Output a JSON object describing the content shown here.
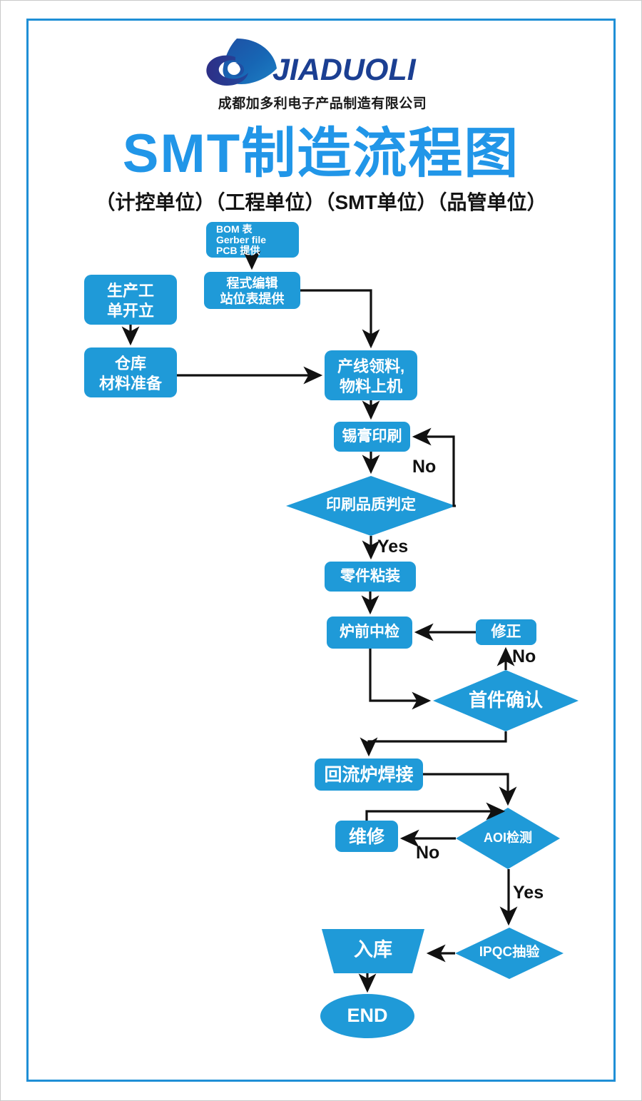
{
  "poster": {
    "frame_color": "#1f8fd6",
    "node_color": "#1f9ad8",
    "title": "SMT制造流程图",
    "subtitle": "（计控单位）（工程单位）（SMT单位）（品管单位）"
  },
  "header": {
    "brand_word": "JIADUOLI",
    "brand_color": "#1b3f92",
    "company_cn": "成都加多利电子产品制造有限公司",
    "logo_icon": "swoosh-circle-logo"
  },
  "chart_data": {
    "type": "flowchart",
    "title": "SMT制造流程图",
    "nodes": [
      {
        "id": "bom",
        "shape": "rounded-rect",
        "label": "BOM 表\nGerber file\nPCB 提供"
      },
      {
        "id": "program",
        "shape": "rounded-rect",
        "label": "程式编辑\n站位表提供"
      },
      {
        "id": "workorder",
        "shape": "rounded-rect",
        "label": "生产工\n单开立"
      },
      {
        "id": "warehouse",
        "shape": "rounded-rect",
        "label": "仓库\n材料准备"
      },
      {
        "id": "pickup",
        "shape": "rounded-rect",
        "label": "产线领料,\n物料上机"
      },
      {
        "id": "solderpaste",
        "shape": "rounded-rect",
        "label": "锡膏印刷"
      },
      {
        "id": "printjudge",
        "shape": "diamond",
        "label": "印刷品质判定"
      },
      {
        "id": "placement",
        "shape": "rounded-rect",
        "label": "零件粘装"
      },
      {
        "id": "preoven",
        "shape": "rounded-rect",
        "label": "炉前中检"
      },
      {
        "id": "fix",
        "shape": "rounded-rect",
        "label": "修正"
      },
      {
        "id": "firstpiece",
        "shape": "diamond",
        "label": "首件确认"
      },
      {
        "id": "reflow",
        "shape": "rounded-rect",
        "label": "回流炉焊接"
      },
      {
        "id": "repair",
        "shape": "rounded-rect",
        "label": "维修"
      },
      {
        "id": "aoi",
        "shape": "diamond",
        "label": "AOI检测"
      },
      {
        "id": "ipqc",
        "shape": "diamond",
        "label": "IPQC抽验"
      },
      {
        "id": "stockin",
        "shape": "trapezoid",
        "label": "入库"
      },
      {
        "id": "end",
        "shape": "ellipse",
        "label": "END"
      }
    ],
    "edges": [
      {
        "from": "bom",
        "to": "program",
        "label": ""
      },
      {
        "from": "program",
        "to": "pickup",
        "label": ""
      },
      {
        "from": "workorder",
        "to": "warehouse",
        "label": ""
      },
      {
        "from": "warehouse",
        "to": "pickup",
        "label": ""
      },
      {
        "from": "pickup",
        "to": "solderpaste",
        "label": ""
      },
      {
        "from": "solderpaste",
        "to": "printjudge",
        "label": ""
      },
      {
        "from": "printjudge",
        "to": "solderpaste",
        "label": "No"
      },
      {
        "from": "printjudge",
        "to": "placement",
        "label": "Yes"
      },
      {
        "from": "placement",
        "to": "preoven",
        "label": ""
      },
      {
        "from": "preoven",
        "to": "firstpiece",
        "label": ""
      },
      {
        "from": "firstpiece",
        "to": "fix",
        "label": "No"
      },
      {
        "from": "fix",
        "to": "preoven",
        "label": ""
      },
      {
        "from": "firstpiece",
        "to": "reflow",
        "label": ""
      },
      {
        "from": "reflow",
        "to": "aoi",
        "label": ""
      },
      {
        "from": "aoi",
        "to": "repair",
        "label": "No"
      },
      {
        "from": "repair",
        "to": "aoi",
        "label": ""
      },
      {
        "from": "aoi",
        "to": "ipqc",
        "label": "Yes"
      },
      {
        "from": "ipqc",
        "to": "stockin",
        "label": ""
      },
      {
        "from": "stockin",
        "to": "end",
        "label": ""
      }
    ],
    "edge_labels": {
      "print_no": "No",
      "print_yes": "Yes",
      "firstpiece_no": "No",
      "aoi_no": "No",
      "aoi_yes": "Yes"
    }
  }
}
